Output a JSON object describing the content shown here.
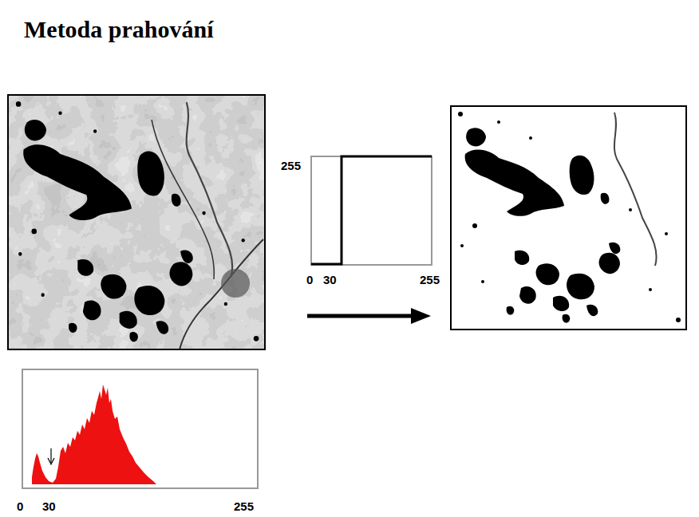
{
  "diagram": {
    "title": "Metoda prahování",
    "labels": [
      "255",
      "0",
      "30",
      "255",
      "0",
      "30",
      "255"
    ]
  }
}
